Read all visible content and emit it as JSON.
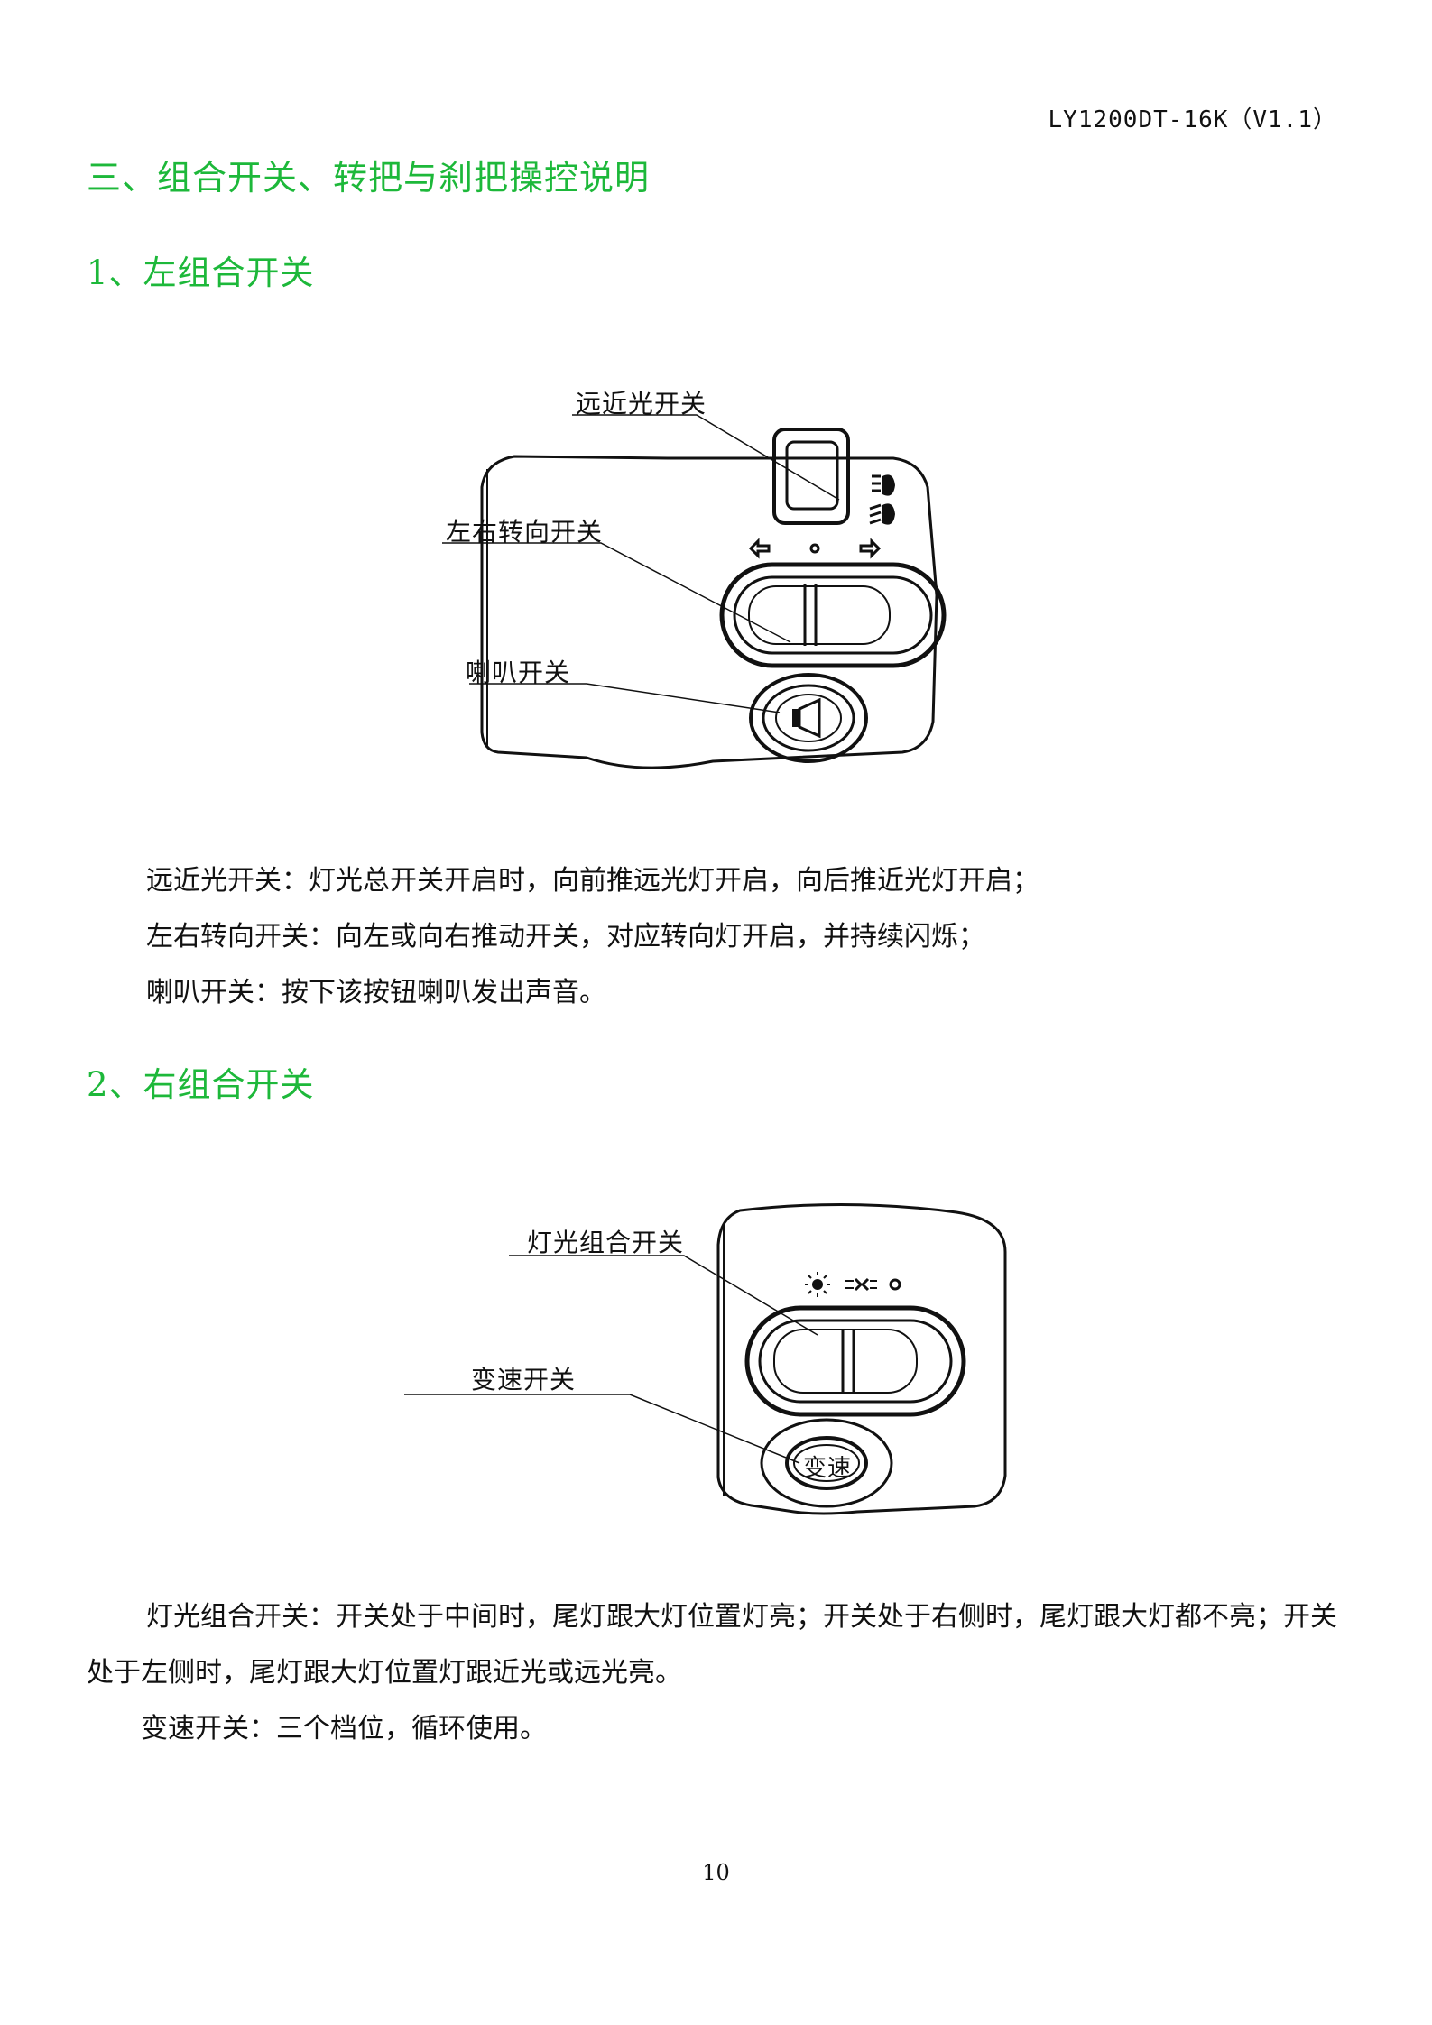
{
  "header": {
    "doc_code": "LY1200DT-16K（V1.1）"
  },
  "section": {
    "title": "三、组合开关、转把与刹把操控说明"
  },
  "left_switch": {
    "heading": "1、左组合开关",
    "callouts": {
      "beam": "远近光开关",
      "turn": "左右转向开关",
      "horn": "喇叭开关"
    },
    "descriptions": [
      "远近光开关：灯光总开关开启时，向前推远光灯开启，向后推近光灯开启；",
      "左右转向开关：向左或向右推动开关，对应转向灯开启，并持续闪烁；",
      "喇叭开关：按下该按钮喇叭发出声音。"
    ]
  },
  "right_switch": {
    "heading": "2、右组合开关",
    "callouts": {
      "light": "灯光组合开关",
      "speed": "变速开关"
    },
    "button_label": "变速",
    "descriptions": [
      "灯光组合开关：开关处于中间时，尾灯跟大灯位置灯亮；开关处于右侧时，尾灯跟大灯都不亮；开关处于左侧时，尾灯跟大灯位置灯跟近光或远光亮。",
      "变速开关：三个档位，循环使用。"
    ]
  },
  "footer": {
    "page_number": "10"
  }
}
